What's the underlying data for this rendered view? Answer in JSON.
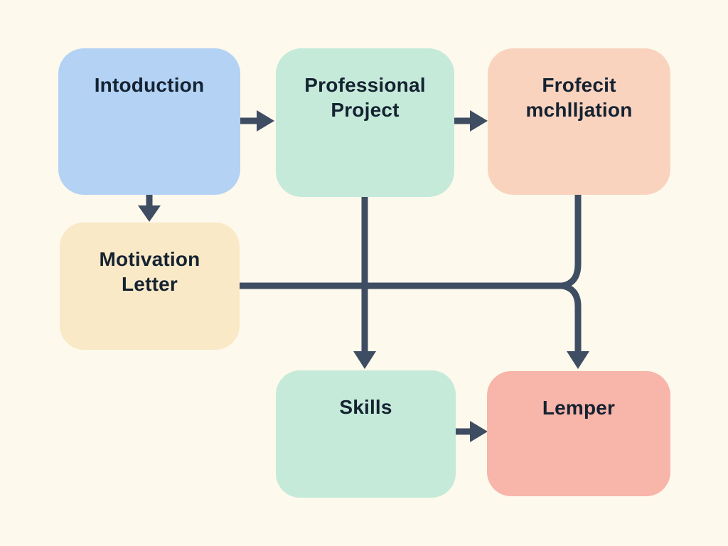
{
  "diagram": {
    "title": "flowchart",
    "background_color": "#fdf9ec",
    "connector_color": "#3f4d63",
    "text_color": "#152231",
    "nodes": [
      {
        "id": "introduction",
        "label": "Intoduction",
        "color": "#b3d2f4"
      },
      {
        "id": "professional-project",
        "label": "Professional Project",
        "color": "#c5ead9"
      },
      {
        "id": "frofecit-mchlljation",
        "label": "Frofecit mchlljation",
        "color": "#fad3bf"
      },
      {
        "id": "motivation-letter",
        "label": "Motivation Letter",
        "color": "#fae9c6"
      },
      {
        "id": "skills",
        "label": "Skills",
        "color": "#c5ead9"
      },
      {
        "id": "lemper",
        "label": "Lemper",
        "color": "#f8b5aa"
      }
    ],
    "edges": [
      {
        "from": "introduction",
        "to": "professional-project"
      },
      {
        "from": "professional-project",
        "to": "frofecit-mchlljation"
      },
      {
        "from": "introduction",
        "to": "motivation-letter"
      },
      {
        "from": "professional-project",
        "to": "skills"
      },
      {
        "from": "frofecit-mchlljation",
        "to": "lemper"
      },
      {
        "from": "motivation-letter",
        "to": "lemper"
      },
      {
        "from": "skills",
        "to": "lemper"
      }
    ]
  }
}
